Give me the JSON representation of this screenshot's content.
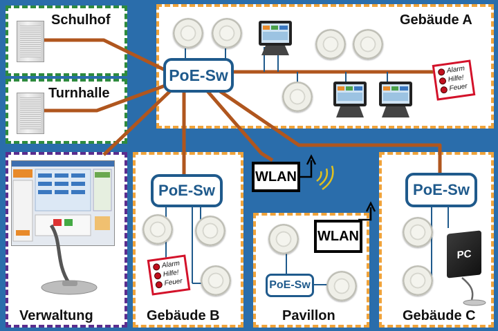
{
  "zones": {
    "schulhof": "Schulhof",
    "turnhalle": "Turnhalle",
    "gebaeude_a": "Gebäude A",
    "verwaltung": "Verwaltung",
    "gebaeude_b": "Gebäude B",
    "pavillon": "Pavillon",
    "gebaeude_c": "Gebäude C"
  },
  "devices": {
    "poe_switch": "PoE-Sw",
    "wlan": "WLAN",
    "pc": "PC"
  },
  "alarm_panel": [
    "Alarm",
    "Hilfe!",
    "Feuer"
  ],
  "colors": {
    "background": "#2a6dab",
    "cable": "#b0561e",
    "switch_border": "#1f5a8c",
    "zone_orange": "#f0a33a",
    "zone_green": "#2e8b3e",
    "zone_purple": "#5b2d8e",
    "alarm_red": "#d3122a"
  }
}
